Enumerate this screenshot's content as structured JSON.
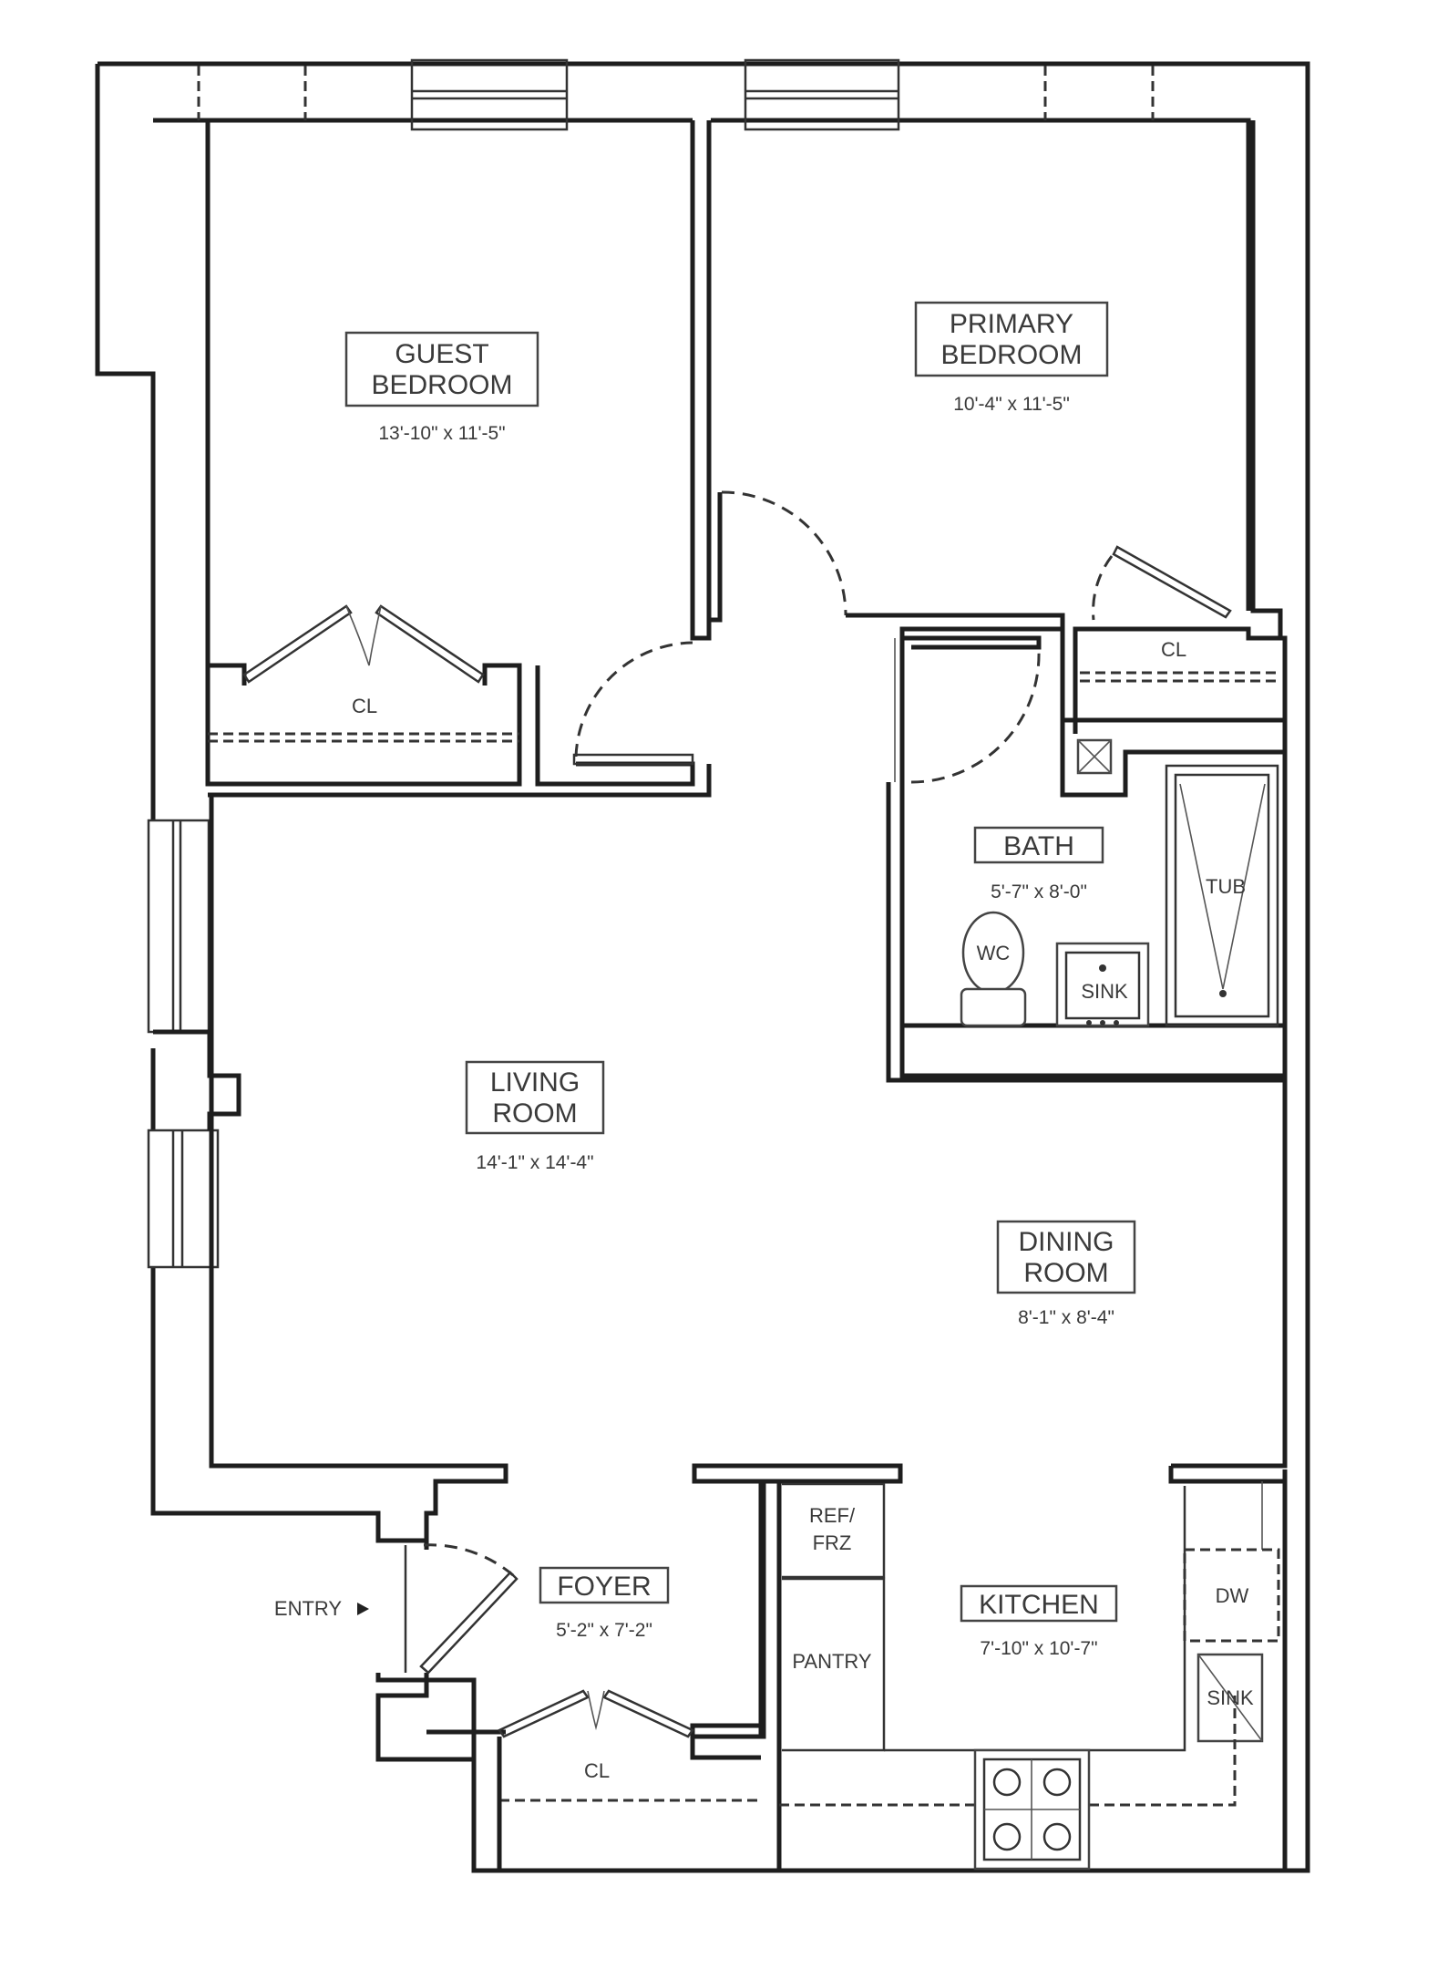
{
  "rooms": {
    "guest_bedroom": {
      "line1": "GUEST",
      "line2": "BEDROOM",
      "dims": "13'-10\" x 11'-5\""
    },
    "primary_bedroom": {
      "line1": "PRIMARY",
      "line2": "BEDROOM",
      "dims": "10'-4\" x 11'-5\""
    },
    "bath": {
      "name": "BATH",
      "dims": "5'-7\" x 8'-0\""
    },
    "living_room": {
      "line1": "LIVING",
      "line2": "ROOM",
      "dims": "14'-1\" x 14'-4\""
    },
    "dining_room": {
      "line1": "DINING",
      "line2": "ROOM",
      "dims": "8'-1\" x 8'-4\""
    },
    "foyer": {
      "name": "FOYER",
      "dims": "5'-2\" x 7'-2\""
    },
    "kitchen": {
      "name": "KITCHEN",
      "dims": "7'-10\" x 10'-7\""
    }
  },
  "fixtures": {
    "closet_guest": "CL",
    "closet_primary": "CL",
    "closet_foyer": "CL",
    "toilet": "WC",
    "bath_sink": "SINK",
    "tub": "TUB",
    "fridge_line1": "REF/",
    "fridge_line2": "FRZ",
    "pantry": "PANTRY",
    "dishwasher": "DW",
    "kitchen_sink": "SINK"
  },
  "entry": {
    "label": "ENTRY"
  }
}
